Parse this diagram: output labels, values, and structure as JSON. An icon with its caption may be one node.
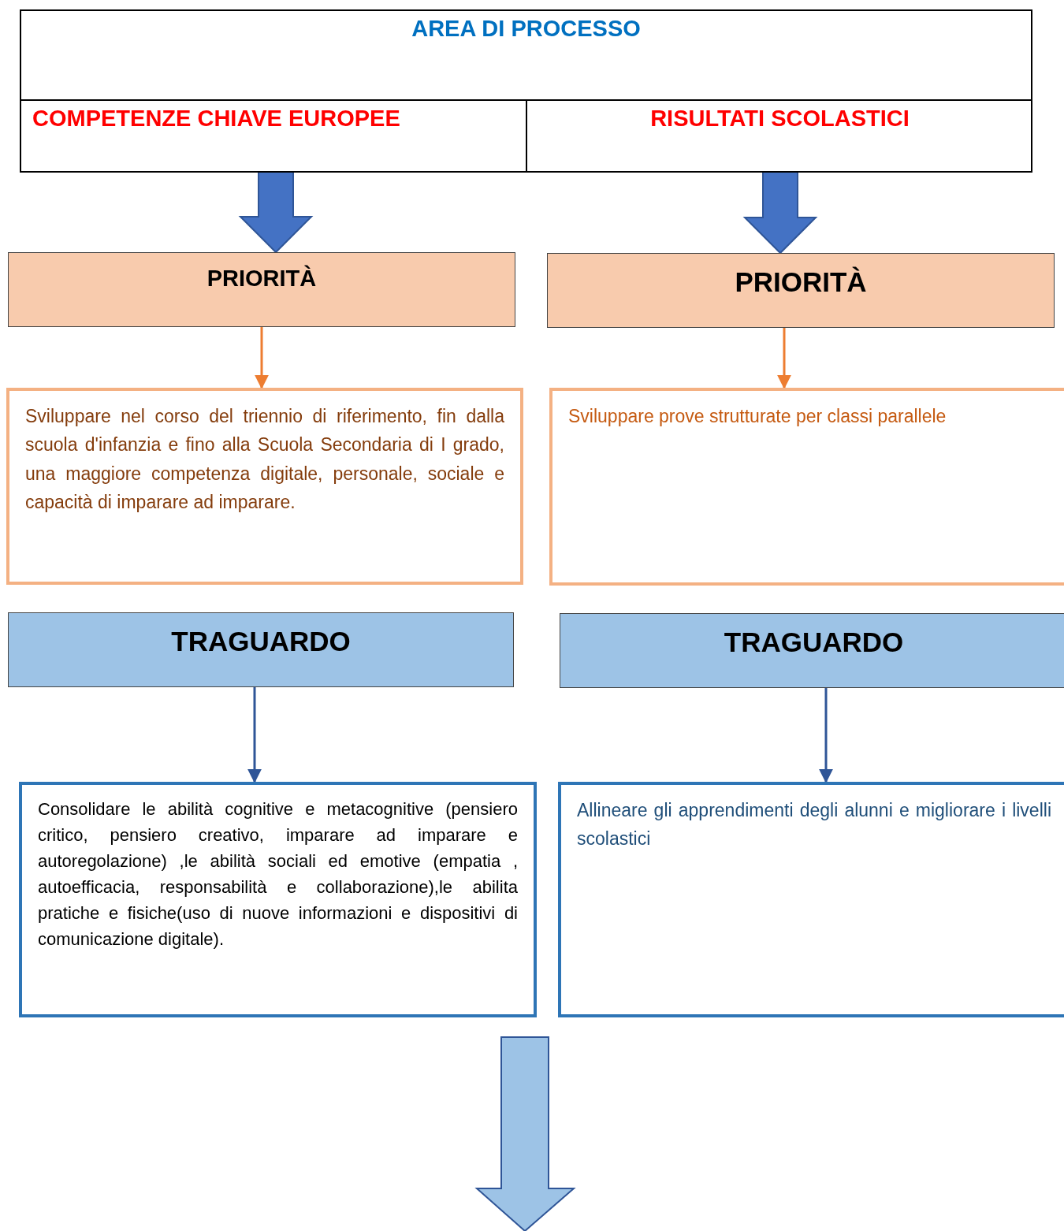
{
  "diagram": {
    "nodes": [
      {
        "text": [
          "AREA DI PROCESSO"
        ]
      },
      {
        "text": [
          "COMPETENZE CHIAVE EUROPEE"
        ],
        "in": 0
      },
      {
        "text": [
          "RISULTATI SCOLASTICI"
        ],
        "in": 0
      },
      {
        "text": [
          "PRIORITÀ"
        ]
      },
      {
        "text": [
          "PRIORITÀ"
        ]
      },
      {
        "text": [
          "Sviluppare nel corso del triennio di riferimento, fin dalla scuola d'infanzia e fino alla Scuola Secondaria di I grado, una maggiore competenza digitale, personale, sociale e capacità di imparare ad imparare."
        ]
      },
      {
        "text": [
          "Sviluppare prove strutturate per classi parallele"
        ]
      },
      {
        "text": [
          "TRAGUARDO"
        ]
      },
      {
        "text": [
          "TRAGUARDO"
        ]
      },
      {
        "text": [
          "Consolidare le abilità cognitive e metacognitive (pensiero critico, pensiero creativo, imparare ad imparare e autoregolazione) ,le abilità sociali ed emotive (empatia , autoefficacia, responsabilità e collaborazione),le abilita pratiche e fisiche(uso di nuove informazioni e dispositivi di comunicazione digitale)."
        ]
      },
      {
        "text": [
          "Allineare gli apprendimenti degli alunni e migliorare i livelli scolastici"
        ]
      }
    ],
    "edges": [
      {
        "from": 1,
        "to": 3,
        "arrow": "to",
        "style": "thick",
        "color": "#4472c4"
      },
      {
        "from": 2,
        "to": 4,
        "arrow": "to",
        "style": "thick",
        "color": "#4472c4"
      },
      {
        "from": 3,
        "to": 5,
        "arrow": "to",
        "color": "#ed7d31"
      },
      {
        "from": 4,
        "to": 6,
        "arrow": "to",
        "color": "#ed7d31"
      },
      {
        "from": 7,
        "to": 9,
        "arrow": "to",
        "color": "#2f5597"
      },
      {
        "from": 8,
        "to": 10,
        "arrow": "to",
        "color": "#2f5597"
      }
    ]
  }
}
